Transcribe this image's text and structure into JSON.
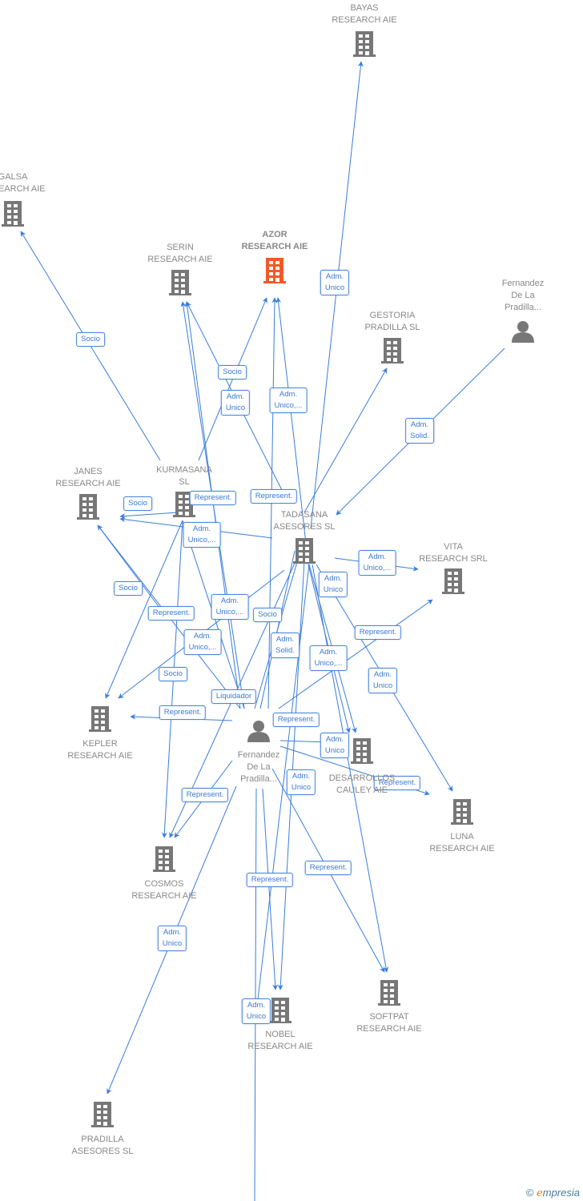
{
  "colors": {
    "edge": "#3a7ddc",
    "node": "#777777",
    "highlight": "#f05a28",
    "label_text": "#888888"
  },
  "nodes": [
    {
      "id": "bayas",
      "type": "company",
      "lines": [
        "BAYAS",
        "RESEARCH AIE"
      ]
    },
    {
      "id": "galsa",
      "type": "company",
      "lines": [
        "GALSA",
        "RESEARCH AIE"
      ]
    },
    {
      "id": "serin",
      "type": "company",
      "lines": [
        "SERIN",
        "RESEARCH AIE"
      ]
    },
    {
      "id": "azor",
      "type": "company",
      "lines": [
        "AZOR",
        "RESEARCH AIE"
      ],
      "highlight": true
    },
    {
      "id": "fern_top",
      "type": "person",
      "lines": [
        "Fernandez",
        "De La",
        "Pradilla..."
      ]
    },
    {
      "id": "gestoria",
      "type": "company",
      "lines": [
        "GESTORIA",
        "PRADILLA SL"
      ]
    },
    {
      "id": "janes",
      "type": "company",
      "lines": [
        "JANES",
        "RESEARCH AIE"
      ]
    },
    {
      "id": "kurmasana",
      "type": "company",
      "lines": [
        "KURMASANA",
        "SL"
      ]
    },
    {
      "id": "tadasana",
      "type": "company",
      "lines": [
        "TADASANA",
        "ASESORES SL"
      ]
    },
    {
      "id": "vita",
      "type": "company",
      "lines": [
        "VITA",
        "RESEARCH SRL"
      ]
    },
    {
      "id": "kepler",
      "type": "company",
      "lines": [
        "KEPLER",
        "RESEARCH AIE"
      ]
    },
    {
      "id": "fern_main",
      "type": "person",
      "lines": [
        "Fernandez",
        "De La",
        "Pradilla..."
      ]
    },
    {
      "id": "desarrollos",
      "type": "company",
      "lines": [
        "DESARROLLOS",
        "CAULEY AIE"
      ]
    },
    {
      "id": "luna",
      "type": "company",
      "lines": [
        "LUNA",
        "RESEARCH AIE"
      ]
    },
    {
      "id": "cosmos",
      "type": "company",
      "lines": [
        "COSMOS",
        "RESEARCH AIE"
      ]
    },
    {
      "id": "softpat",
      "type": "company",
      "lines": [
        "SOFTPAT",
        "RESEARCH AIE"
      ]
    },
    {
      "id": "nobel",
      "type": "company",
      "lines": [
        "NOBEL",
        "RESEARCH AIE"
      ]
    },
    {
      "id": "pradilla_asesores",
      "type": "company",
      "lines": [
        "PRADILLA",
        "ASESORES SL"
      ]
    }
  ],
  "edges": [
    {
      "label": [
        "Adm.",
        "Unico"
      ]
    },
    {
      "label": [
        "Socio"
      ]
    },
    {
      "label": [
        "Socio"
      ]
    },
    {
      "label": [
        "Adm.",
        "Unico"
      ]
    },
    {
      "label": [
        "Adm.",
        "Unico,..."
      ]
    },
    {
      "label": [
        "Adm.",
        "Solid."
      ]
    },
    {
      "label": [
        "Socio"
      ]
    },
    {
      "label": [
        "Adm.",
        "Unico,..."
      ]
    },
    {
      "label": [
        "Adm.",
        "Unico,..."
      ]
    },
    {
      "label": [
        "Represent."
      ]
    },
    {
      "label": [
        "Represent."
      ]
    },
    {
      "label": [
        "Adm.",
        "Unico"
      ]
    },
    {
      "label": [
        "Socio"
      ]
    },
    {
      "label": [
        "Represent."
      ]
    },
    {
      "label": [
        "Adm.",
        "Unico,..."
      ]
    },
    {
      "label": [
        "Adm.",
        "Unico,..."
      ]
    },
    {
      "label": [
        "Socio"
      ]
    },
    {
      "label": [
        "Adm.",
        "Solid."
      ]
    },
    {
      "label": [
        "Represent."
      ]
    },
    {
      "label": [
        "Adm.",
        "Unico,..."
      ]
    },
    {
      "label": [
        "Adm.",
        "Unico"
      ]
    },
    {
      "label": [
        "Socio"
      ]
    },
    {
      "label": [
        "Liquidador"
      ]
    },
    {
      "label": [
        "Represent."
      ]
    },
    {
      "label": [
        "Represent."
      ]
    },
    {
      "label": [
        "Represent."
      ]
    },
    {
      "label": [
        "Represent."
      ]
    },
    {
      "label": [
        "Adm.",
        "Unico"
      ]
    },
    {
      "label": [
        "Adm.",
        "Unico"
      ]
    },
    {
      "label": [
        "Represent."
      ]
    },
    {
      "label": [
        "Represent."
      ]
    },
    {
      "label": [
        "Adm.",
        "Unico"
      ]
    },
    {
      "label": [
        "Adm.",
        "Unico"
      ]
    },
    {
      "label": []
    },
    {
      "label": []
    },
    {
      "label": []
    },
    {
      "label": []
    }
  ],
  "footer": {
    "copyright": "©",
    "brand_initial": "e",
    "brand_rest": "mpresia"
  }
}
